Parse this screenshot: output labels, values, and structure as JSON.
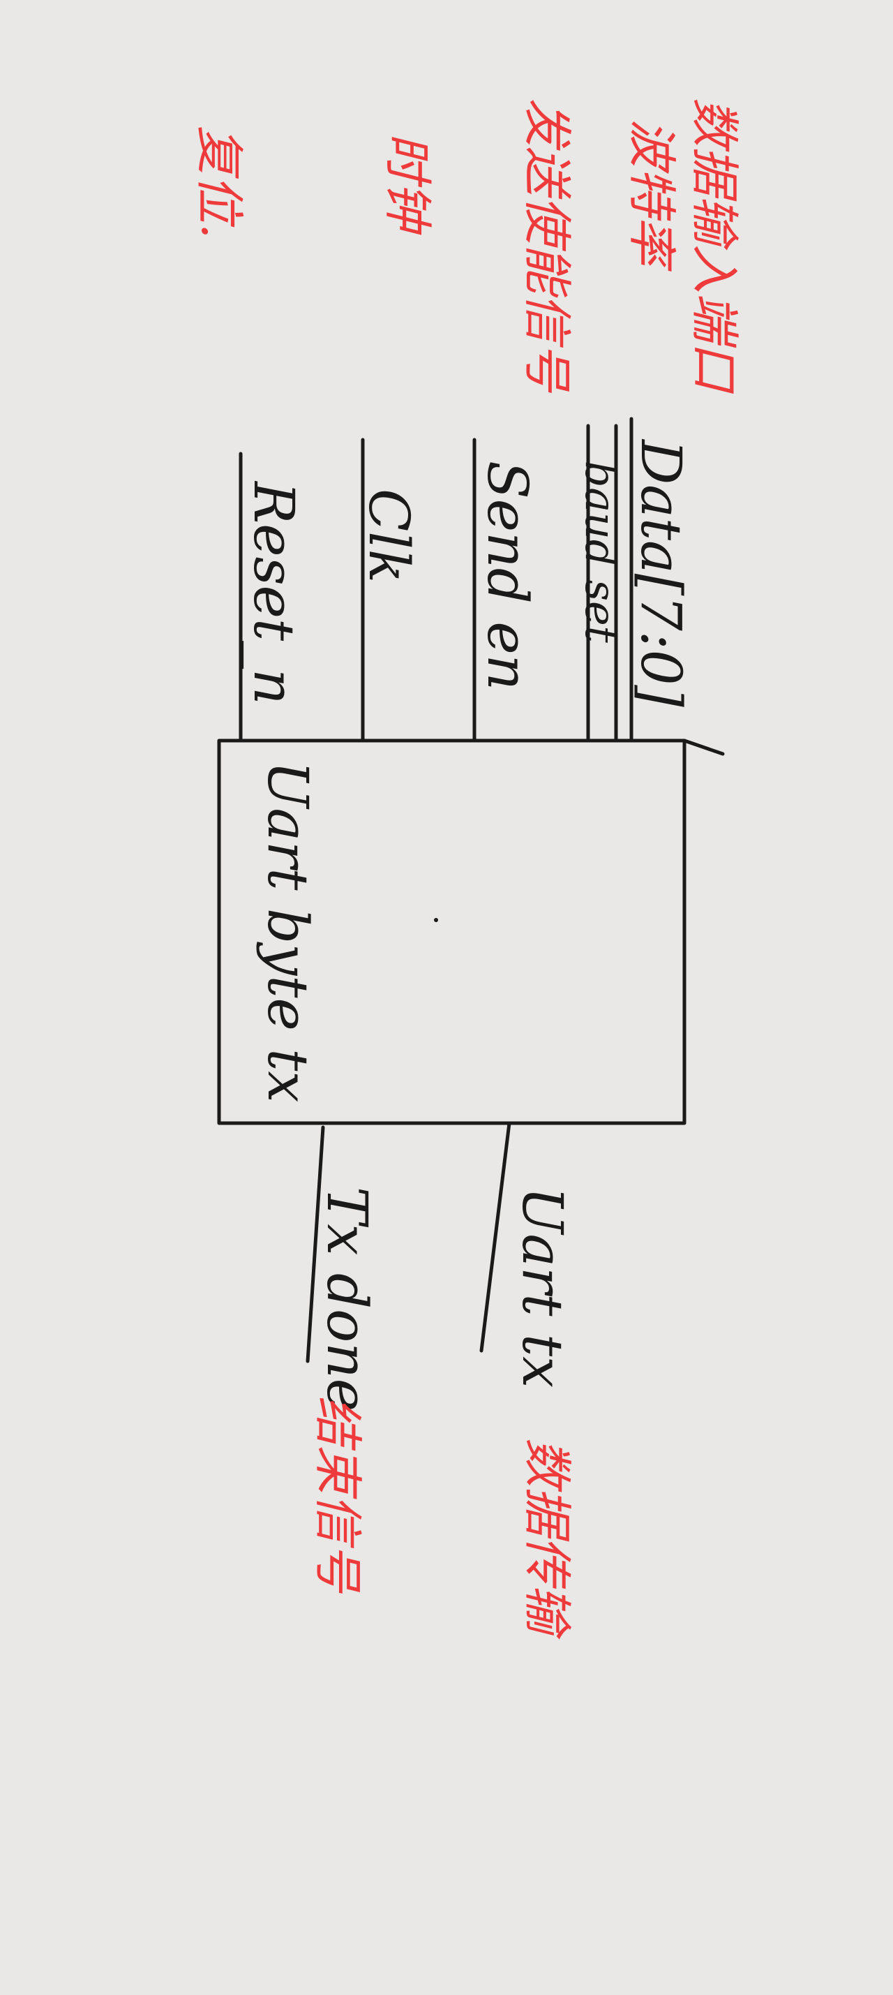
{
  "block": {
    "label": "Uart byte tx"
  },
  "inputs": [
    {
      "name": "Data[7:0]",
      "note": "数据输入端口"
    },
    {
      "name": "baud set",
      "note": "波特率"
    },
    {
      "name": "Send en",
      "note": "发送使能信号"
    },
    {
      "name": "Clk",
      "note": "时钟"
    },
    {
      "name": "Reset_n",
      "note": "复位."
    }
  ],
  "outputs": [
    {
      "name": "Uart tx",
      "note": "数据传输"
    },
    {
      "name": "Tx done",
      "note": "结束信号"
    }
  ],
  "colors": {
    "paper": "#e9e8e6",
    "ink": "#1a1a1a",
    "annotation": "#ee3a3a"
  }
}
